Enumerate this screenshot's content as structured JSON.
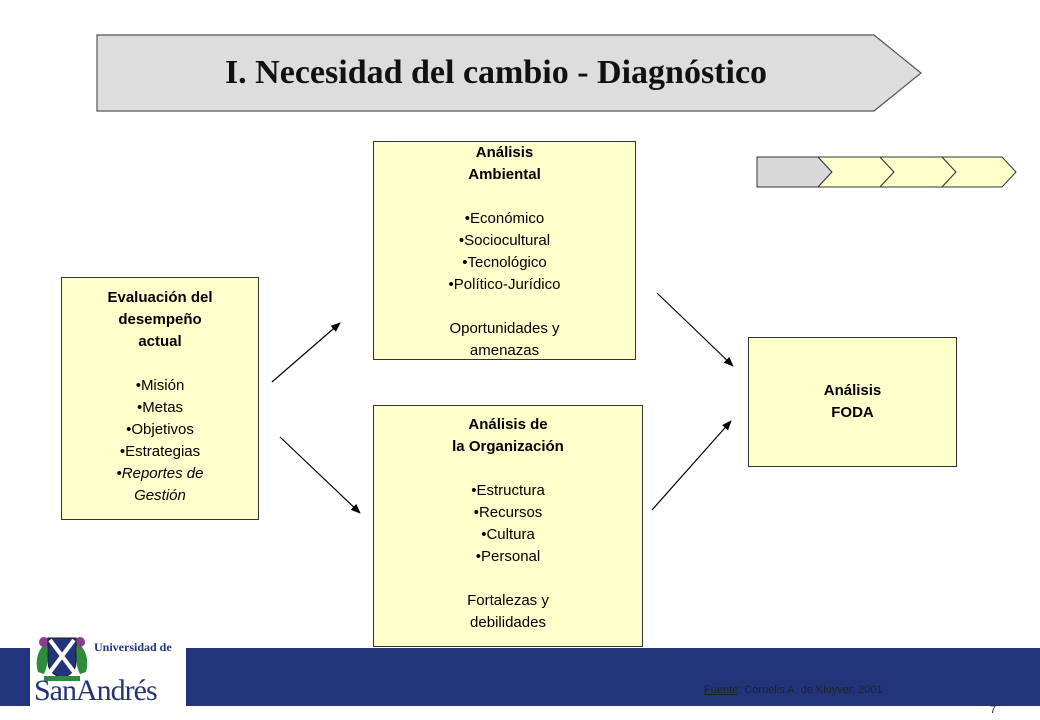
{
  "title": "I. Necesidad del cambio - Diagnóstico",
  "box_evaluacion": {
    "heading": [
      "Evaluación del",
      "desempeño",
      "actual"
    ],
    "items": [
      "•Misión",
      "•Metas",
      "•Objetivos",
      "•Estrategias"
    ],
    "italic_items": [
      "•Reportes de",
      "Gestión"
    ]
  },
  "box_ambiental": {
    "heading": [
      "Análisis",
      "Ambiental"
    ],
    "items": [
      "•Económico",
      "•Sociocultural",
      "•Tecnológico",
      "•Político-Jurídico"
    ],
    "footer": [
      "Oportunidades y",
      "amenazas"
    ]
  },
  "box_organizacion": {
    "heading": [
      "Análisis de",
      "la Organización"
    ],
    "items": [
      "•Estructura",
      "•Recursos",
      "•Cultura",
      "•Personal"
    ],
    "footer": [
      "Fortalezas y",
      "debilidades"
    ]
  },
  "box_foda": {
    "heading": [
      "Análisis",
      "FODA"
    ]
  },
  "chevron_colors": [
    "#D9D9D9",
    "#FFFFCC",
    "#FFFFCC",
    "#FFFFCC"
  ],
  "banner_color": "#DDDDDD",
  "footer_color": "#23357A",
  "logo": {
    "line1": "Universidad de",
    "line2": "SanAndrés"
  },
  "source": {
    "label": "Fuente",
    "text": ": Cornelis A. de Kluyver, 2001"
  },
  "page_number": "7"
}
